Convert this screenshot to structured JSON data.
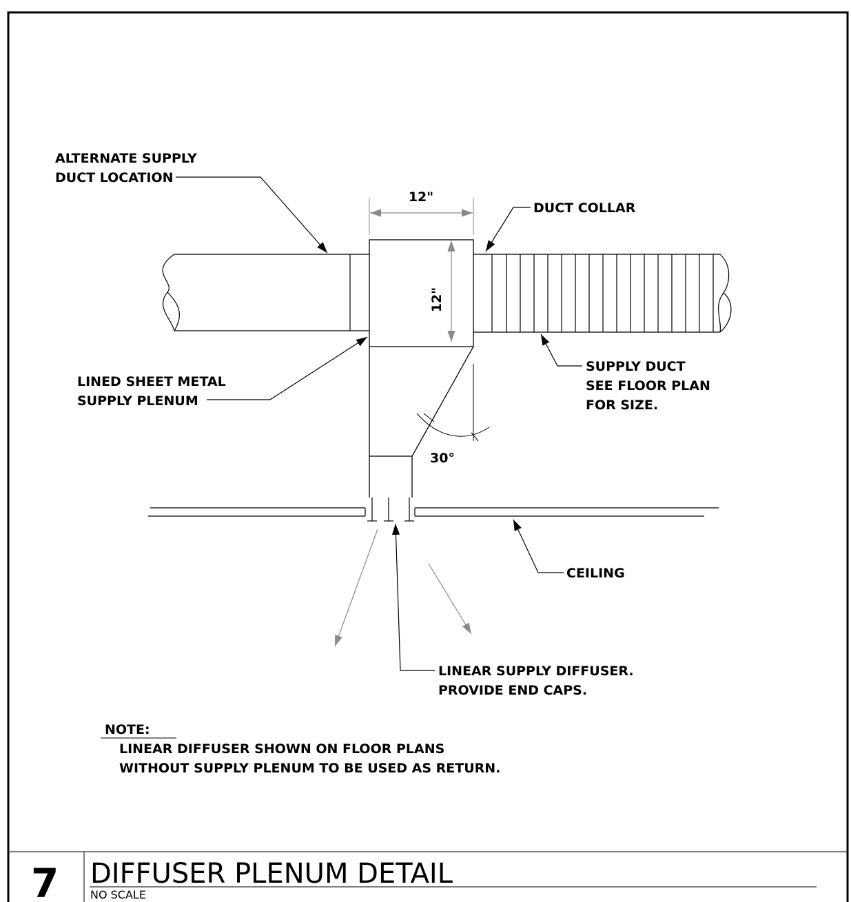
{
  "labels": {
    "alternate_supply_line1": "ALTERNATE SUPPLY",
    "alternate_supply_line2": "DUCT LOCATION",
    "duct_collar": "DUCT COLLAR",
    "dim_width": "12\"",
    "dim_height": "12\"",
    "lined_plenum_line1": "LINED SHEET METAL",
    "lined_plenum_line2": "SUPPLY PLENUM",
    "supply_duct_line1": "SUPPLY DUCT",
    "supply_duct_line2": "SEE FLOOR PLAN",
    "supply_duct_line3": "FOR SIZE.",
    "angle": "30°",
    "ceiling": "CEILING",
    "diffuser_line1": "LINEAR SUPPLY DIFFUSER.",
    "diffuser_line2": "PROVIDE END CAPS."
  },
  "note": {
    "heading": "NOTE:",
    "line1": "LINEAR DIFFUSER SHOWN ON FLOOR PLANS",
    "line2": "WITHOUT SUPPLY PLENUM TO BE USED AS RETURN."
  },
  "title_block": {
    "number": "7",
    "title": "DIFFUSER PLENUM DETAIL",
    "scale": "NO SCALE"
  }
}
